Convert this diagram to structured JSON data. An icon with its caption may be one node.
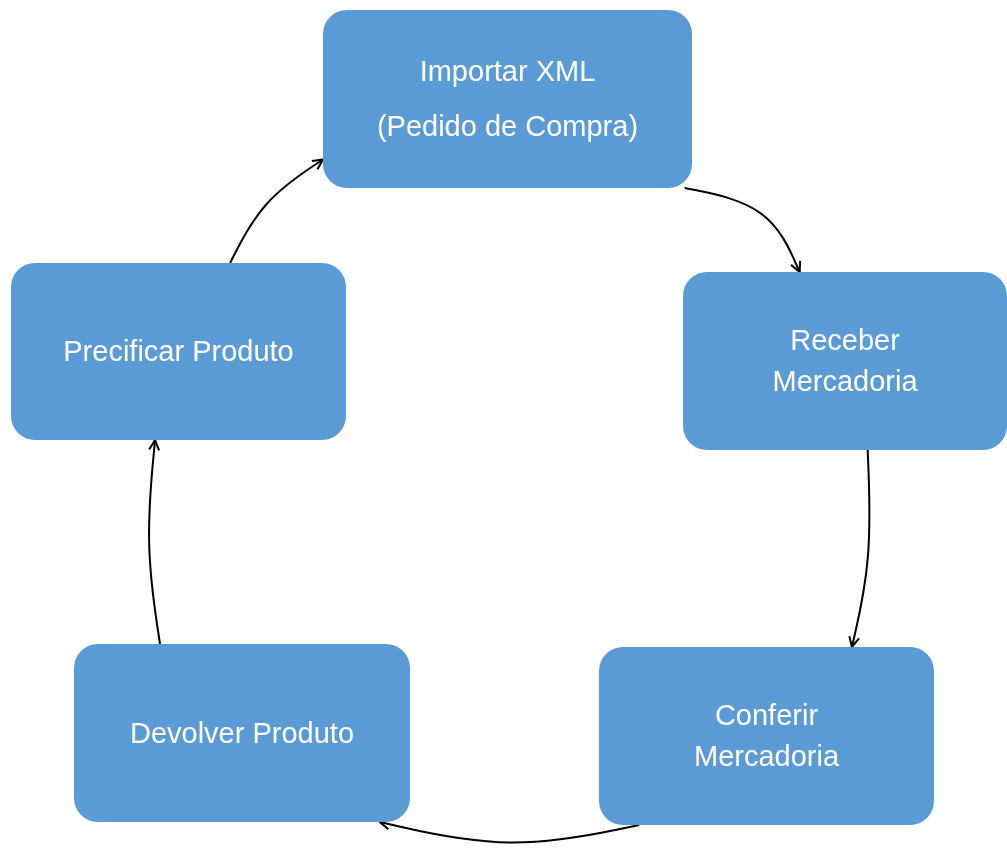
{
  "diagram": {
    "nodes": [
      {
        "text": [
          "Importar XML",
          "(Pedido de Compra)"
        ]
      },
      {
        "text": [
          "Receber Mercadoria"
        ]
      },
      {
        "text": [
          "Conferir Mercadoria"
        ]
      },
      {
        "text": [
          "Devolver Produto"
        ]
      },
      {
        "text": [
          "Precificar Produto"
        ]
      }
    ],
    "edges": [
      {
        "from": 0,
        "to": 1,
        "arrow": "to"
      },
      {
        "from": 1,
        "to": 2,
        "arrow": "to"
      },
      {
        "from": 2,
        "to": 3,
        "arrow": "to"
      },
      {
        "from": 3,
        "to": 4,
        "arrow": "to"
      },
      {
        "from": 4,
        "to": 0,
        "arrow": "to"
      }
    ]
  }
}
